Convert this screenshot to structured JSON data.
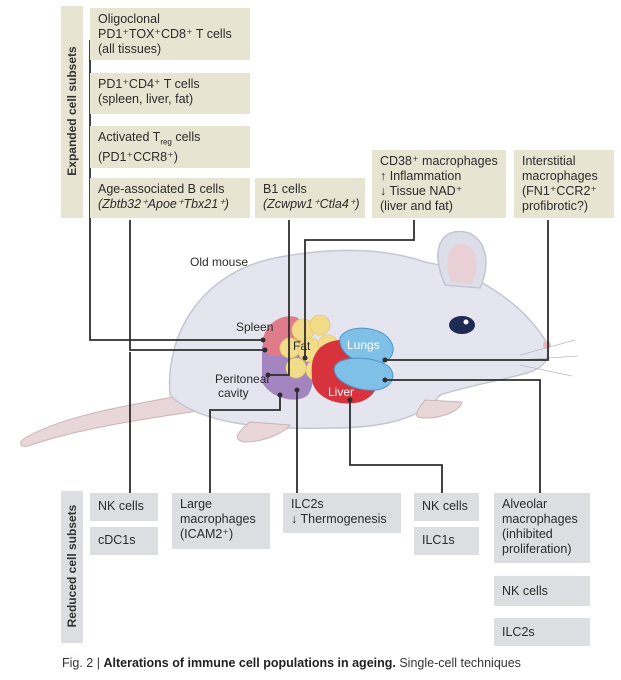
{
  "side_labels": {
    "expanded": "Expanded cell subsets",
    "reduced": "Reduced cell subsets"
  },
  "expanded": {
    "oligoclonal": [
      "Oligoclonal",
      "PD1⁺TOX⁺CD8⁺ T cells",
      "(all tissues)"
    ],
    "cd4": [
      "PD1⁺CD4⁺ T cells",
      "(spleen, liver, fat)"
    ],
    "treg": [
      "Activated T",
      "reg",
      " cells",
      "(PD1⁺CCR8⁺)"
    ],
    "bcells": [
      "Age-associated B cells",
      "(Zbtb32⁺Apoe⁺Tbx21⁺)"
    ],
    "b1": [
      "B1 cells",
      "(Zcwpw1⁺Ctla4⁺)"
    ],
    "cd38": [
      "CD38⁺ macrophages",
      "↑ Inflammation",
      "↓ Tissue NAD⁺",
      "(liver and fat)"
    ],
    "interstitial": [
      "Interstitial",
      "macrophages",
      "(FN1⁺CCR2⁺",
      "profibrotic?)"
    ]
  },
  "reduced": {
    "nk1": "NK cells",
    "cdc1": "cDC1s",
    "large_macro": [
      "Large",
      "macrophages",
      "(ICAM2⁺)"
    ],
    "ilc2": [
      "ILC2s",
      "↓ Thermogenesis"
    ],
    "nk2": "NK cells",
    "ilc1": "ILC1s",
    "alveolar": [
      "Alveolar",
      "macrophages",
      "(inhibited",
      "proliferation)"
    ],
    "nk3": "NK cells",
    "ilc2b": "ILC2s"
  },
  "mouse": {
    "title": "Old mouse",
    "spleen": "Spleen",
    "fat": "Fat",
    "lungs": "Lungs",
    "liver": "Liver",
    "peritoneal": [
      "Peritoneal",
      "cavity"
    ]
  },
  "caption": {
    "prefix": "Fig. 2 | ",
    "bold": "Alterations of immune cell populations in ageing.",
    "rest": " Single-cell techniques"
  },
  "colors": {
    "beige_box": "#e8e4d2",
    "grey_box": "#dcdee2",
    "mouse_body": "#e4e5ee",
    "spleen": "#e07c8a",
    "fat": "#f2dc8a",
    "lungs": "#7fc0e8",
    "liver": "#d8333c",
    "peritoneal": "#a585c0",
    "line": "#2e2e2e"
  }
}
